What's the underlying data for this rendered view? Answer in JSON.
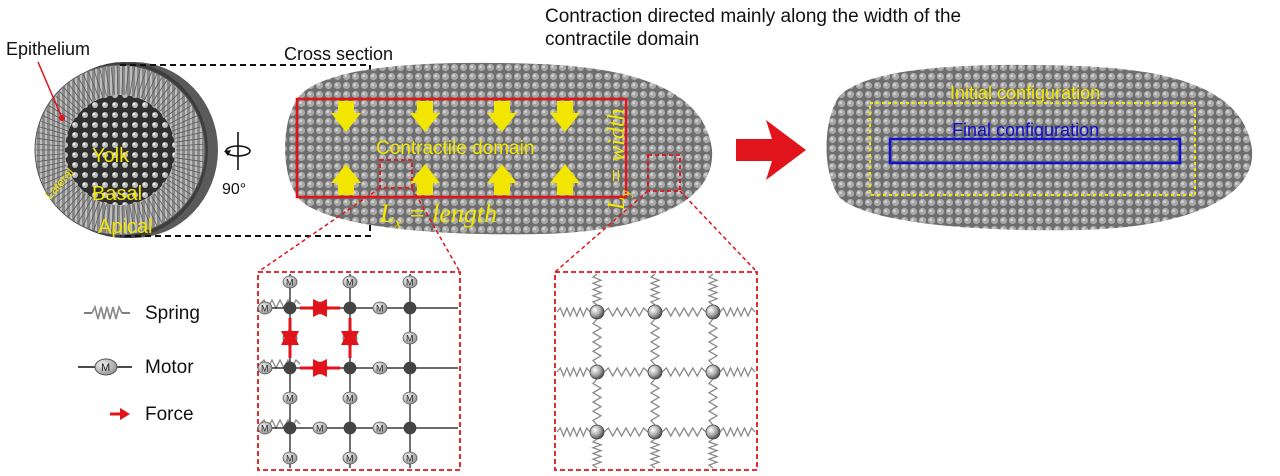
{
  "labels": {
    "top_caption_line1": "Contraction directed mainly along the width of the",
    "top_caption_line2": "contractile domain",
    "epithelium": "Epithelium",
    "cross_section": "Cross section",
    "yolk": "Yolk",
    "lateral": "Lateral",
    "basal": "Basal",
    "apical": "Apical",
    "rotation": "90°",
    "contractile_domain": "Contractile domain",
    "lx_length": "L",
    "lx_sub": "x",
    "lx_rest": " = length",
    "ly_width": "L",
    "ly_sub": "y",
    "ly_rest": " = width",
    "initial_configuration": "Initial configuration",
    "final_configuration": "Final configuration",
    "motor_letter": "M"
  },
  "legend": [
    {
      "key": "spring",
      "label": "Spring"
    },
    {
      "key": "motor",
      "label": "Motor"
    },
    {
      "key": "force",
      "label": "Force"
    }
  ],
  "colors": {
    "accent_red": "#e0141a",
    "highlight_yellow": "#f2e600",
    "final_blue": "#1010d0",
    "embryo_gray": "#7d7d7d",
    "dashed_black": "#111111"
  },
  "icons": {
    "rotation": "rotate-arrow-icon",
    "big_arrow": "big-red-arrow-icon"
  }
}
